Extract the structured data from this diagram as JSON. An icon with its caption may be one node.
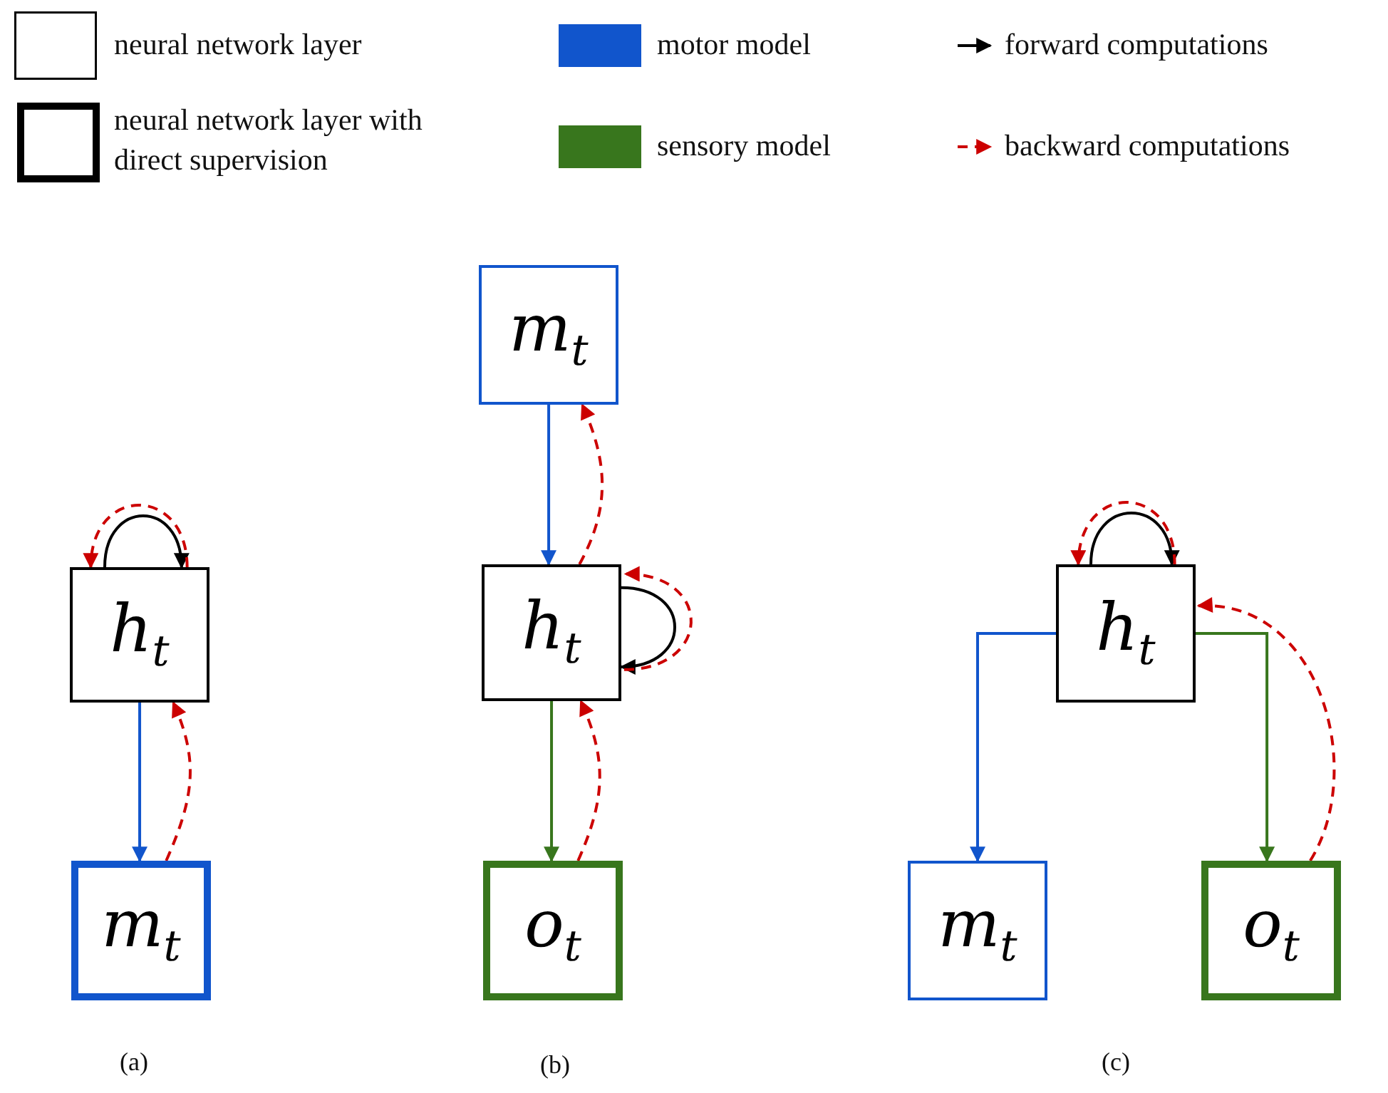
{
  "diagram": {
    "nodes": [
      {
        "text": [
          "h$_{t}$"
        ]
      },
      {
        "text": [
          "m$_{t}$"
        ]
      },
      {
        "text": [
          "m$_{t}$"
        ]
      },
      {
        "text": [
          "h$_{t}$"
        ]
      },
      {
        "text": [
          "o$_{t}$"
        ]
      },
      {
        "text": [
          "h$_{t}$"
        ]
      },
      {
        "text": [
          "m$_{t}$"
        ]
      },
      {
        "text": [
          "o$_{t}$"
        ]
      }
    ],
    "edges": [
      {
        "from": 0,
        "to": 0,
        "arrow": "to",
        "color": "#000000"
      },
      {
        "from": 0,
        "to": 0,
        "arrow": "to",
        "style": "dashed",
        "color": "#cc0000"
      },
      {
        "from": 0,
        "to": 1,
        "arrow": "to",
        "color": "#1155cc"
      },
      {
        "from": 1,
        "to": 0,
        "arrow": "to",
        "style": "dashed",
        "color": "#cc0000"
      },
      {
        "from": 2,
        "to": 3,
        "arrow": "to",
        "color": "#1155cc"
      },
      {
        "from": 3,
        "to": 2,
        "arrow": "to",
        "style": "dashed",
        "color": "#cc0000"
      },
      {
        "from": 3,
        "to": 3,
        "arrow": "to",
        "color": "#000000"
      },
      {
        "from": 3,
        "to": 3,
        "arrow": "to",
        "style": "dashed",
        "color": "#cc0000"
      },
      {
        "from": 3,
        "to": 4,
        "arrow": "to",
        "color": "#38761d"
      },
      {
        "from": 4,
        "to": 3,
        "arrow": "to",
        "style": "dashed",
        "color": "#cc0000"
      },
      {
        "from": 5,
        "to": 5,
        "arrow": "to",
        "color": "#000000"
      },
      {
        "from": 5,
        "to": 5,
        "arrow": "to",
        "style": "dashed",
        "color": "#cc0000"
      },
      {
        "from": 5,
        "to": 6,
        "arrow": "to",
        "color": "#1155cc"
      },
      {
        "from": 5,
        "to": 7,
        "arrow": "to",
        "color": "#38761d"
      },
      {
        "from": 7,
        "to": 5,
        "arrow": "to",
        "style": "dashed",
        "color": "#cc0000"
      }
    ],
    "labels": [
      "(a)",
      "(b)",
      "(c)"
    ],
    "legend": [
      {
        "text": "neural network layer"
      },
      {
        "text": "neural network layer with direct supervision"
      },
      {
        "text": "motor model",
        "color": "#1155cc"
      },
      {
        "text": "sensory model",
        "color": "#38761d"
      },
      {
        "text": "forward computations"
      },
      {
        "text": "backward computations"
      }
    ]
  }
}
